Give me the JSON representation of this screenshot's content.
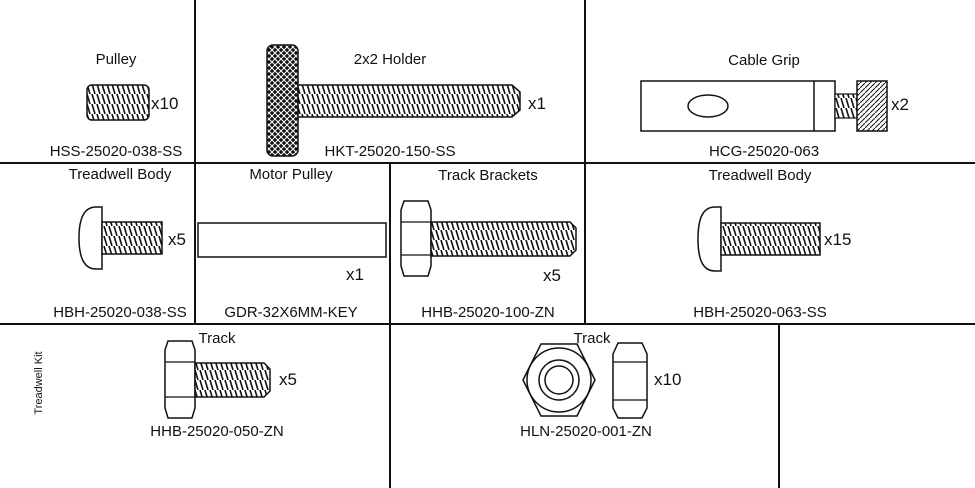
{
  "kit_label": "Treadwell Kit",
  "parts": [
    {
      "title": "Pulley",
      "qty": "x10",
      "code": "HSS-25020-038-SS",
      "icon": "set-screw-icon"
    },
    {
      "title": "2x2 Holder",
      "qty": "x1",
      "code": "HKT-25020-150-SS",
      "icon": "knurled-thumb-screw-icon"
    },
    {
      "title": "Cable Grip",
      "qty": "x2",
      "code": "HCG-25020-063",
      "icon": "cable-grip-icon"
    },
    {
      "title": "Treadwell Body",
      "qty": "x5",
      "code": "HBH-25020-038-SS",
      "icon": "button-head-screw-icon"
    },
    {
      "title": "Motor Pulley",
      "qty": "x1",
      "code": "GDR-32X6MM-KEY",
      "icon": "key-stock-icon"
    },
    {
      "title": "Track Brackets",
      "qty": "x5",
      "code": "HHB-25020-100-ZN",
      "icon": "hex-bolt-long-icon"
    },
    {
      "title": "Treadwell Body",
      "qty": "x15",
      "code": "HBH-25020-063-SS",
      "icon": "button-head-screw-icon"
    },
    {
      "title": "Track",
      "qty": "x5",
      "code": "HHB-25020-050-ZN",
      "icon": "hex-bolt-icon"
    },
    {
      "title": "Track",
      "qty": "x10",
      "code": "HLN-25020-001-ZN",
      "icon": "hex-lock-nut-icon"
    }
  ]
}
